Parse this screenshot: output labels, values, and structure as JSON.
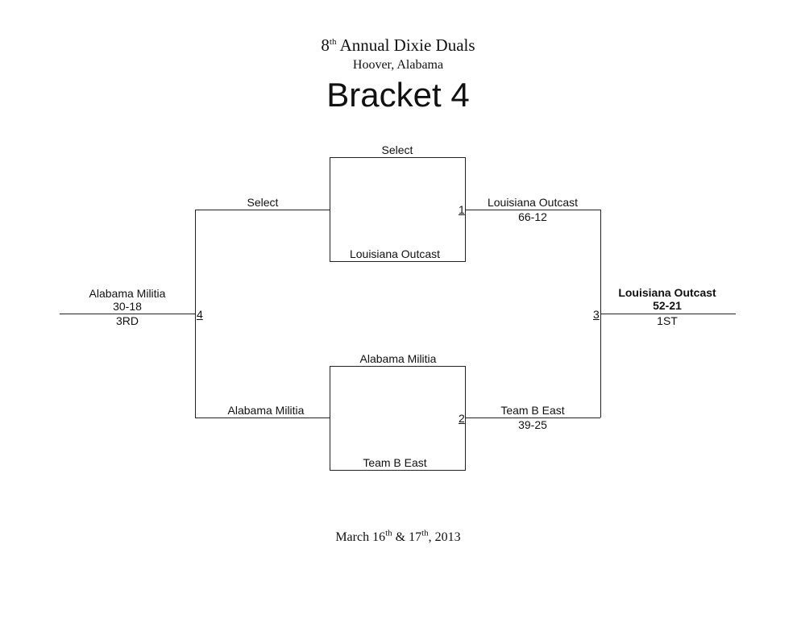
{
  "header": {
    "edition_num": "8",
    "edition_sup": "th",
    "event": "Annual Dixie Duals",
    "location": "Hoover, Alabama",
    "bracket_title": "Bracket 4"
  },
  "matches": {
    "m1": {
      "number": "1",
      "top_team": "Select",
      "bottom_team": "Louisiana Outcast",
      "winner": "Louisiana Outcast",
      "score": "66-12"
    },
    "m2": {
      "number": "2",
      "top_team": "Alabama Militia",
      "bottom_team": "Team B East",
      "winner": "Team B East",
      "score": "39-25"
    },
    "m3": {
      "number": "3",
      "winner": "Louisiana Outcast",
      "score": "52-21",
      "place": "1ST"
    },
    "m4": {
      "number": "4",
      "top_team": "Select",
      "bottom_team": "Alabama Militia",
      "winner": "Alabama Militia",
      "score": "30-18",
      "place": "3RD"
    }
  },
  "footer": {
    "month": "March",
    "day1": "16",
    "day1_sup": "th",
    "amp": "&",
    "day2": "17",
    "day2_sup": "th",
    "year": ", 2013"
  }
}
